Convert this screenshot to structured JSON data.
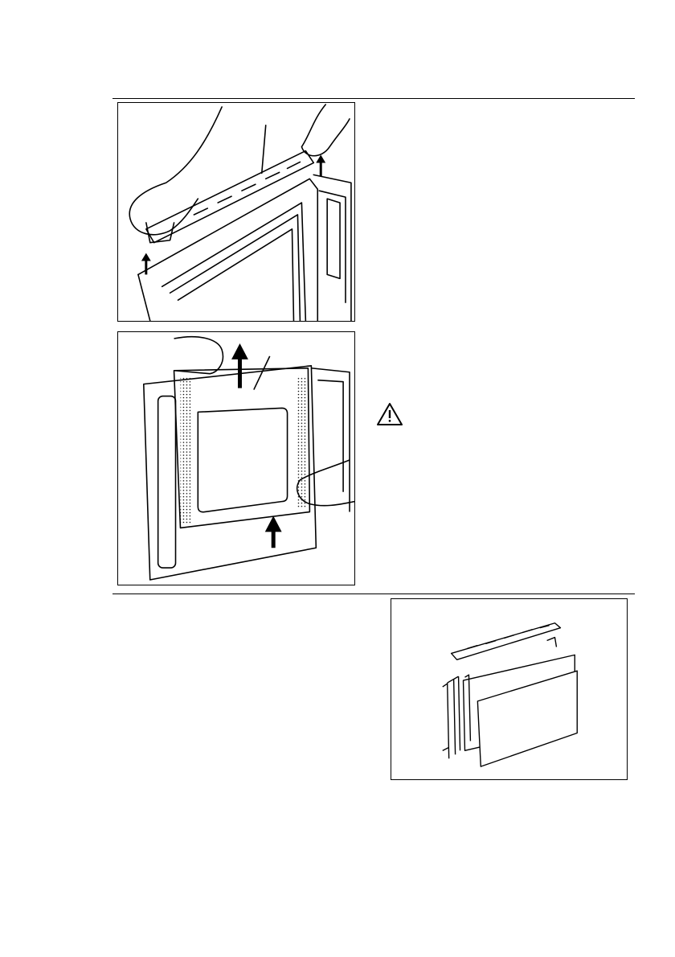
{
  "page": {
    "figures": [
      {
        "name": "door-top-cover-removal",
        "icon": "hands-lifting-door-trim-illustration"
      },
      {
        "name": "door-glass-panel-removal",
        "icon": "hands-lifting-glass-panel-illustration"
      },
      {
        "name": "door-exploded-view",
        "icon": "door-components-exploded-illustration"
      }
    ],
    "warning_icon": "warning-triangle-icon"
  }
}
